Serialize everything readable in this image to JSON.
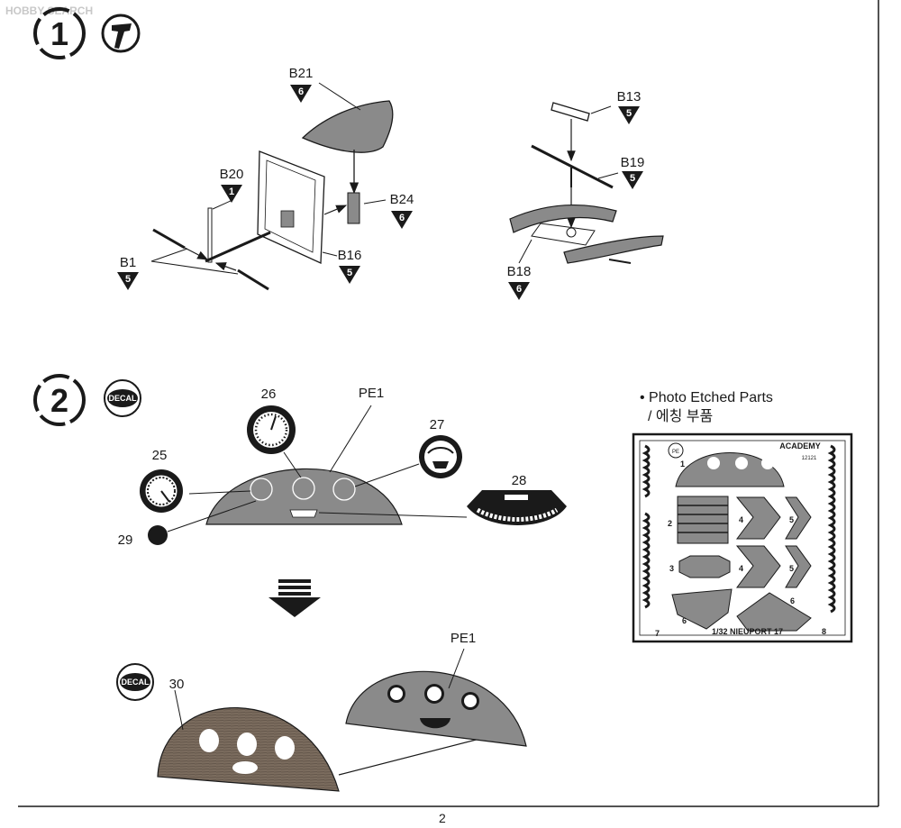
{
  "watermark": "HOBBY SEARCH",
  "page_number": "2",
  "step1": {
    "number": "1",
    "icon": "cement-tool-icon",
    "parts": [
      {
        "label": "B21",
        "qty": "6"
      },
      {
        "label": "B20",
        "qty": "1"
      },
      {
        "label": "B24",
        "qty": "6"
      },
      {
        "label": "B1",
        "qty": "5"
      },
      {
        "label": "B16",
        "qty": "5"
      },
      {
        "label": "B13",
        "qty": "5"
      },
      {
        "label": "B19",
        "qty": "5"
      },
      {
        "label": "B18",
        "qty": "6"
      }
    ]
  },
  "step2": {
    "number": "2",
    "decal_label": "DECAL",
    "callouts": {
      "p25": "25",
      "p26": "26",
      "p27": "27",
      "p28": "28",
      "p29": "29",
      "pe1": "PE1",
      "p30": "30",
      "pe1b": "PE1"
    },
    "photo_etched": {
      "title": "• Photo Etched Parts",
      "subtitle": "/ 에칭 부품",
      "brand": "ACADEMY",
      "code": "12121",
      "pe_mark": "PE",
      "kit_name": "1/32 NIEUPORT 17",
      "part_numbers": {
        "n1": "1",
        "n2": "2",
        "n3": "3",
        "n4a": "4",
        "n4b": "4",
        "n5a": "5",
        "n5b": "5",
        "n6a": "6",
        "n6b": "6",
        "n7": "7",
        "n8": "8"
      }
    }
  },
  "colors": {
    "ink": "#1a1a1a",
    "part_gray": "#8a8a8a",
    "wood": "#7b6c5e",
    "paper": "#ffffff"
  }
}
